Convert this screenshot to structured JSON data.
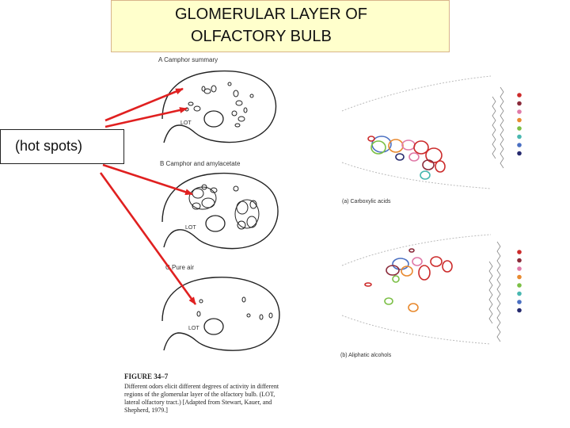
{
  "title": {
    "line1": "GLOMERULAR LAYER OF",
    "line2": "OLFACTORY BULB"
  },
  "callout": "(hot spots)",
  "left_figure": {
    "panel_a": "A  Camphor summary",
    "panel_b": "B  Camphor and amylacetate",
    "panel_c": "C  Pure air",
    "lot": "LOT"
  },
  "right_figure": {
    "caption_a": "(a) Carboxylic acids",
    "caption_b": "(b) Aliphatic alcohols",
    "dot_colors": [
      "#cc2b2b",
      "#8a2a3a",
      "#e07aa8",
      "#e88a30",
      "#7bbf45",
      "#48b7b0",
      "#4a6fc2",
      "#262a6e"
    ]
  },
  "figure_caption": {
    "label": "FIGURE  34–7",
    "lines": [
      "Different odors elicit different degrees of activity in different",
      "regions of the glomerular layer of the olfactory bulb. (LOT,",
      "lateral olfactory tract.) [Adapted from Stewart, Kauer, and",
      "Shepherd, 1979.]"
    ]
  },
  "colors": {
    "title_bg": "#ffffcc",
    "arrow": "#e02020"
  }
}
